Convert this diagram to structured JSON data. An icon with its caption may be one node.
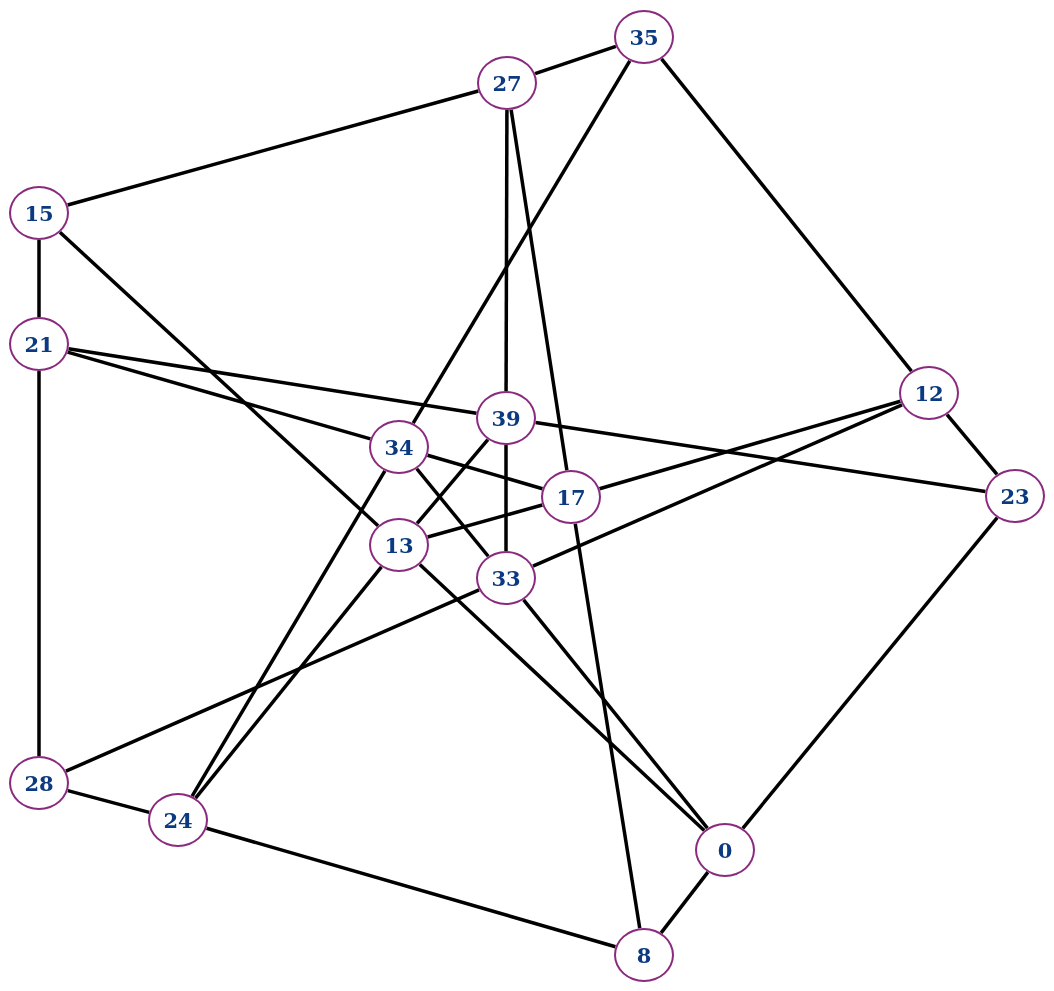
{
  "diagram": {
    "nodes": [
      {
        "text": [
          "35"
        ]
      },
      {
        "text": [
          "27"
        ]
      },
      {
        "text": [
          "15"
        ]
      },
      {
        "text": [
          "21"
        ]
      },
      {
        "text": [
          "12"
        ]
      },
      {
        "text": [
          "39"
        ]
      },
      {
        "text": [
          "34"
        ]
      },
      {
        "text": [
          "17"
        ]
      },
      {
        "text": [
          "23"
        ]
      },
      {
        "text": [
          "13"
        ]
      },
      {
        "text": [
          "33"
        ]
      },
      {
        "text": [
          "28"
        ]
      },
      {
        "text": [
          "24"
        ]
      },
      {
        "text": [
          "0"
        ]
      },
      {
        "text": [
          "8"
        ]
      }
    ],
    "edges": [
      {
        "from": 1,
        "to": 0,
        "arrow": "none"
      },
      {
        "from": 1,
        "to": 2,
        "arrow": "none"
      },
      {
        "from": 0,
        "to": 6,
        "arrow": "none"
      },
      {
        "from": 0,
        "to": 4,
        "arrow": "none"
      },
      {
        "from": 1,
        "to": 5,
        "arrow": "none"
      },
      {
        "from": 1,
        "to": 7,
        "arrow": "none"
      },
      {
        "from": 2,
        "to": 3,
        "arrow": "none"
      },
      {
        "from": 2,
        "to": 9,
        "arrow": "none"
      },
      {
        "from": 3,
        "to": 11,
        "arrow": "none"
      },
      {
        "from": 3,
        "to": 5,
        "arrow": "none"
      },
      {
        "from": 3,
        "to": 6,
        "arrow": "none"
      },
      {
        "from": 4,
        "to": 8,
        "arrow": "none"
      },
      {
        "from": 4,
        "to": 7,
        "arrow": "none"
      },
      {
        "from": 4,
        "to": 10,
        "arrow": "none"
      },
      {
        "from": 5,
        "to": 8,
        "arrow": "none"
      },
      {
        "from": 5,
        "to": 9,
        "arrow": "none"
      },
      {
        "from": 5,
        "to": 10,
        "arrow": "none"
      },
      {
        "from": 6,
        "to": 7,
        "arrow": "none"
      },
      {
        "from": 6,
        "to": 10,
        "arrow": "none"
      },
      {
        "from": 6,
        "to": 12,
        "arrow": "none"
      },
      {
        "from": 7,
        "to": 9,
        "arrow": "none"
      },
      {
        "from": 7,
        "to": 14,
        "arrow": "none"
      },
      {
        "from": 8,
        "to": 13,
        "arrow": "none"
      },
      {
        "from": 9,
        "to": 12,
        "arrow": "none"
      },
      {
        "from": 9,
        "to": 13,
        "arrow": "none"
      },
      {
        "from": 10,
        "to": 11,
        "arrow": "none"
      },
      {
        "from": 10,
        "to": 13,
        "arrow": "none"
      },
      {
        "from": 11,
        "to": 12,
        "arrow": "none"
      },
      {
        "from": 12,
        "to": 14,
        "arrow": "none"
      },
      {
        "from": 13,
        "to": 14,
        "arrow": "none"
      }
    ]
  }
}
